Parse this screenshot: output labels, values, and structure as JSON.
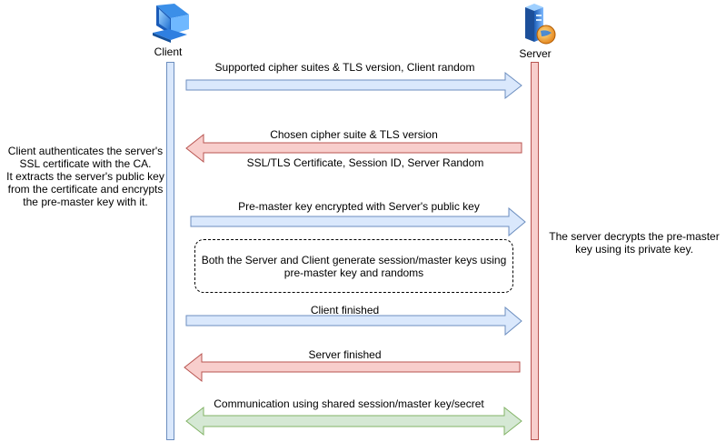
{
  "actors": {
    "client": {
      "label": "Client",
      "icon": "computer-icon"
    },
    "server": {
      "label": "Server",
      "icon": "server-icon"
    }
  },
  "notes": {
    "client_side": [
      "Client authenticates the server's",
      "SSL certificate with the CA.",
      "It extracts the server's public key",
      "from the certificate and encrypts",
      "the pre-master key with it."
    ],
    "server_side": [
      "The server decrypts the pre-master",
      "key using its private key."
    ],
    "shared_box": [
      "Both the Server and Client generate session/master keys using",
      "pre-master key and randoms"
    ]
  },
  "messages": [
    {
      "label": "Supported cipher suites & TLS version, Client random",
      "direction": "client-to-server"
    },
    {
      "label": "Chosen cipher suite & TLS version",
      "sublabel": "SSL/TLS Certificate, Session ID, Server Random",
      "direction": "server-to-client"
    },
    {
      "label": "Pre-master key encrypted with Server's public key",
      "direction": "client-to-server"
    },
    {
      "label": "Client finished",
      "direction": "client-to-server"
    },
    {
      "label": "Server finished",
      "direction": "server-to-client"
    },
    {
      "label": "Communication using shared session/master key/secret",
      "direction": "bidirectional"
    }
  ],
  "colors": {
    "client_fill": "#dae8fc",
    "client_stroke": "#6c8ebf",
    "server_fill": "#f8cecc",
    "server_stroke": "#b85450",
    "shared_fill": "#d5e8d4",
    "shared_stroke": "#82b366"
  }
}
